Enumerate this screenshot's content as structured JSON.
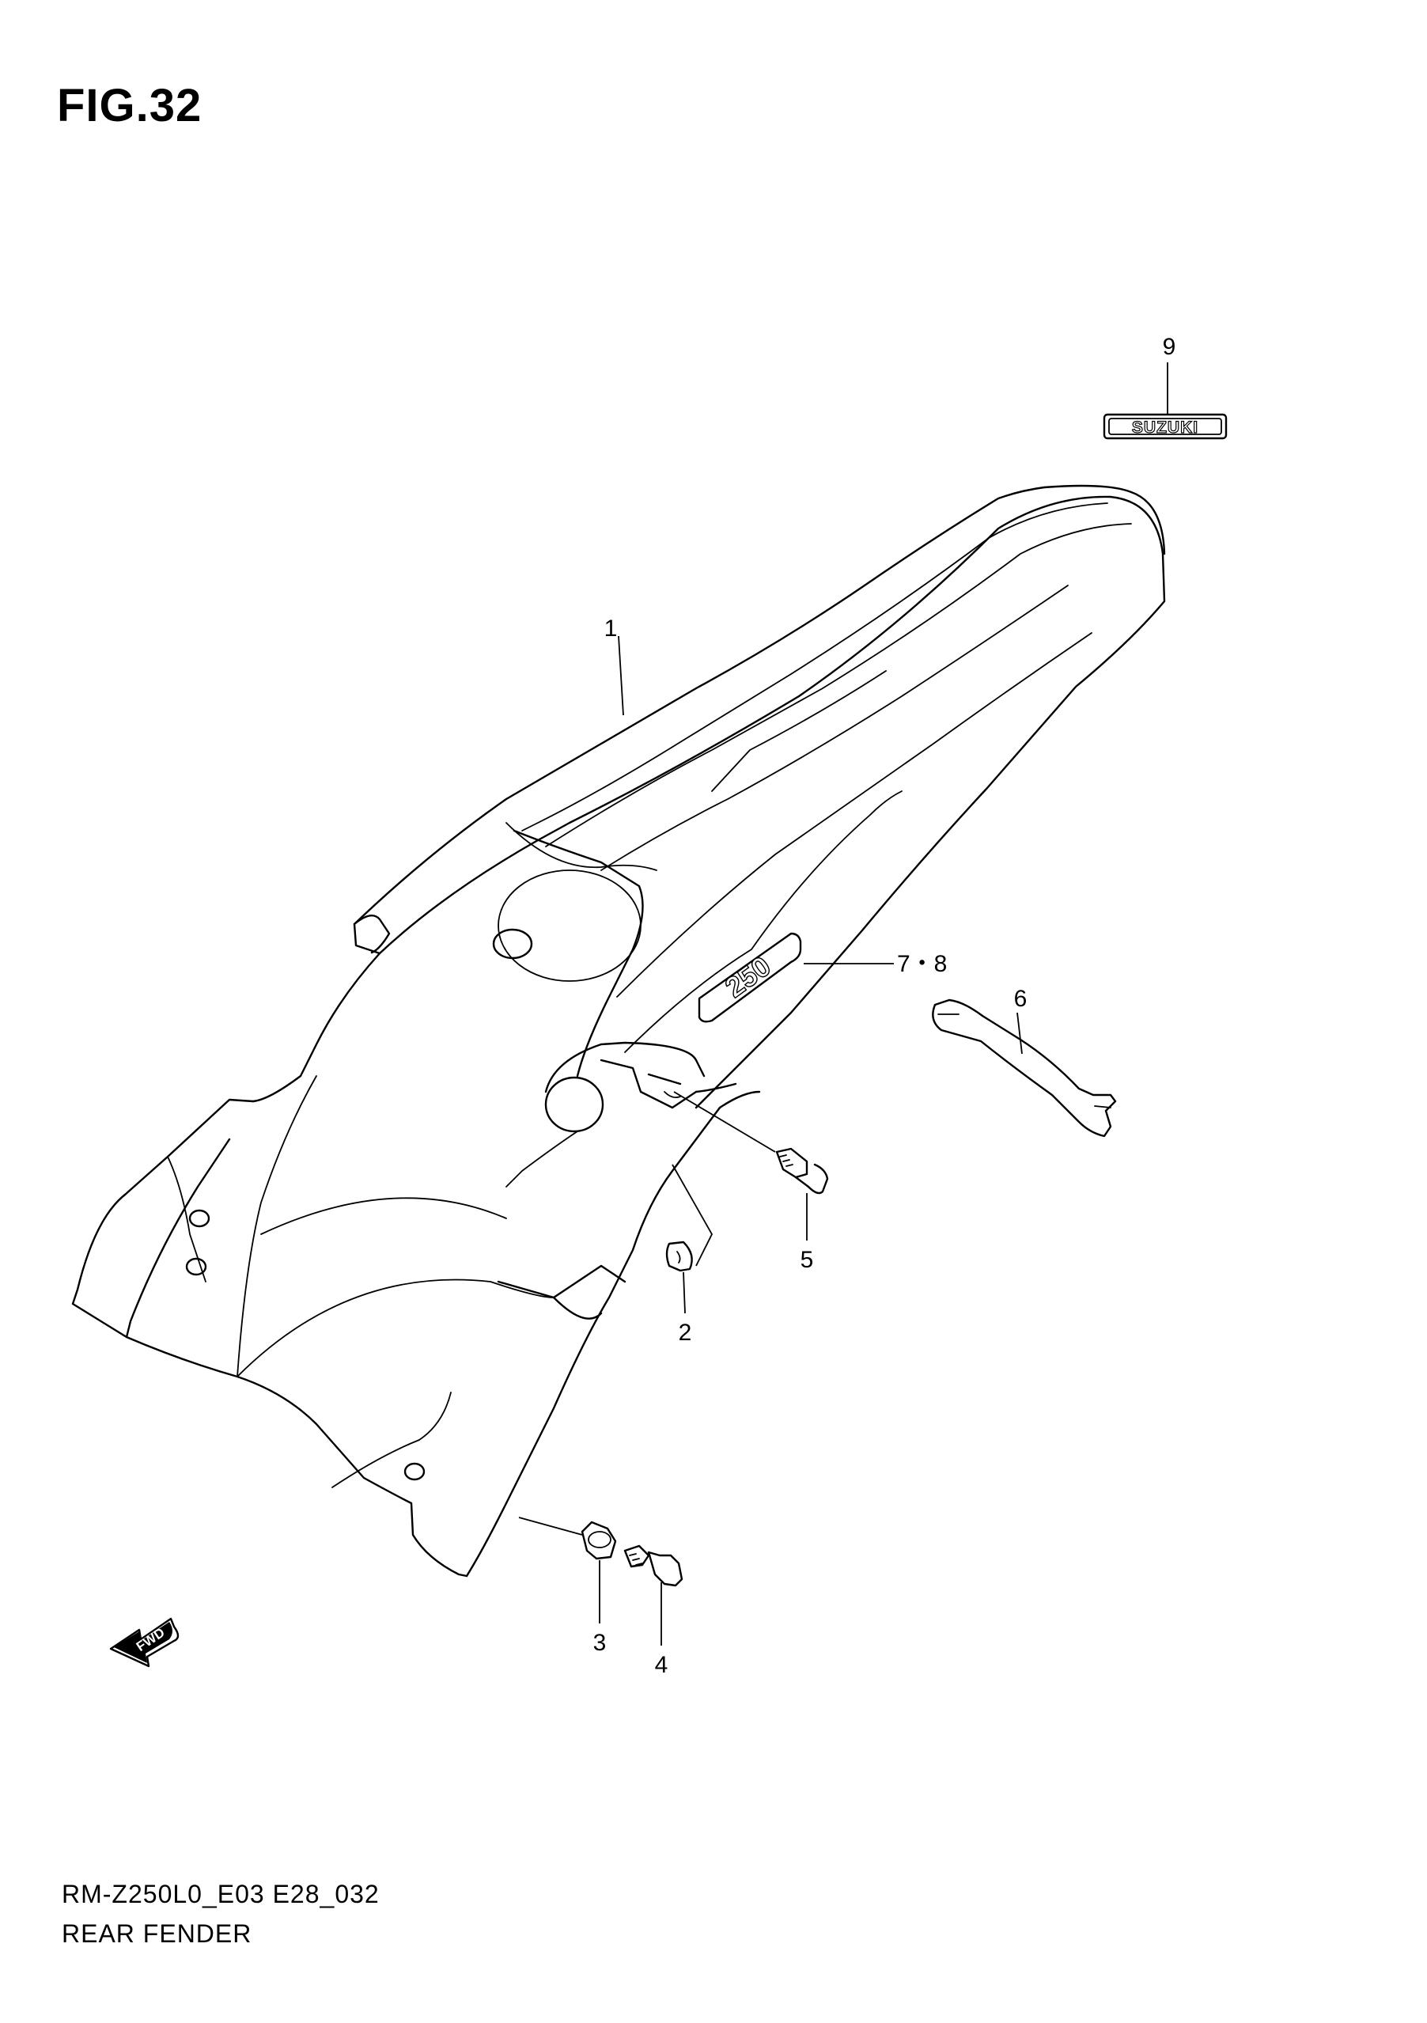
{
  "figure": {
    "title": "FIG.32",
    "model_code": "RM-Z250L0_E03 E28_032",
    "assembly_name": "REAR FENDER"
  },
  "labels": {
    "decal_suzuki": "SUZUKI",
    "decal_250": "250",
    "forward_arrow": "FWD"
  },
  "callouts": [
    {
      "id": "c1",
      "text": "1"
    },
    {
      "id": "c2",
      "text": "2"
    },
    {
      "id": "c3",
      "text": "3"
    },
    {
      "id": "c4",
      "text": "4"
    },
    {
      "id": "c5",
      "text": "5"
    },
    {
      "id": "c6",
      "text": "6"
    },
    {
      "id": "c78",
      "text": "7・8"
    },
    {
      "id": "c9",
      "text": "9"
    }
  ]
}
